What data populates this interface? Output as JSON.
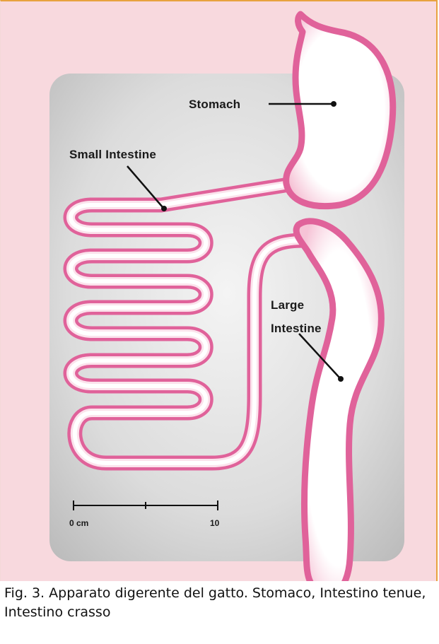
{
  "labels": {
    "stomach": "Stomach",
    "small_intestine": "Small Intestine",
    "large_intestine_line1": "Large",
    "large_intestine_line2": "Intestine"
  },
  "scale_bar": {
    "start_label": "0 cm",
    "end_label": "10"
  },
  "caption": "Fig. 3. Apparato digerente del gatto. Stomaco, Intestino tenue, Intestino crasso",
  "colors": {
    "background_pink": "#f8d9de",
    "panel_gray": "#c9c9c9",
    "organ_pink": "#e0629a",
    "organ_fill": "#ffffff",
    "frame_orange": "#e8a23e"
  }
}
